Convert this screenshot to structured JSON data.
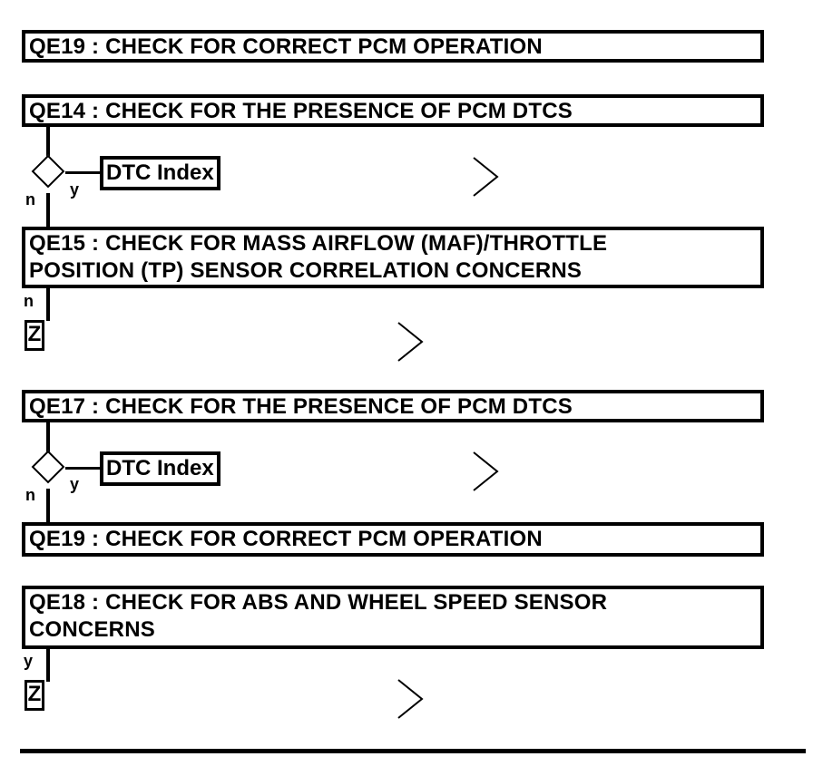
{
  "steps": [
    {
      "id": "qe19a",
      "lines": [
        "QE19 : CHECK FOR CORRECT PCM OPERATION"
      ]
    },
    {
      "id": "qe14",
      "lines": [
        "QE14 : CHECK FOR THE PRESENCE OF PCM DTCS"
      ]
    },
    {
      "id": "qe15",
      "lines": [
        "QE15 : CHECK FOR MASS AIRFLOW (MAF)/THROTTLE",
        "POSITION (TP) SENSOR CORRELATION CONCERNS"
      ]
    },
    {
      "id": "qe17",
      "lines": [
        "QE17 : CHECK FOR THE PRESENCE OF PCM DTCS"
      ]
    },
    {
      "id": "qe19b",
      "lines": [
        "QE19 : CHECK FOR CORRECT PCM OPERATION"
      ]
    },
    {
      "id": "qe18",
      "lines": [
        "QE18 : CHECK FOR ABS AND WHEEL SPEED SENSOR",
        "CONCERNS"
      ]
    }
  ],
  "decision1": {
    "dtc_label": "DTC Index",
    "no": "n",
    "yes": "y"
  },
  "branch1": {
    "no": "n",
    "end_marker": "Z"
  },
  "decision2": {
    "dtc_label": "DTC Index",
    "no": "n",
    "yes": "y"
  },
  "branch2": {
    "yes": "y",
    "end_marker": "Z"
  },
  "icons": {
    "chevron": "chevron-right-icon",
    "decision": "diamond-decision-icon"
  }
}
